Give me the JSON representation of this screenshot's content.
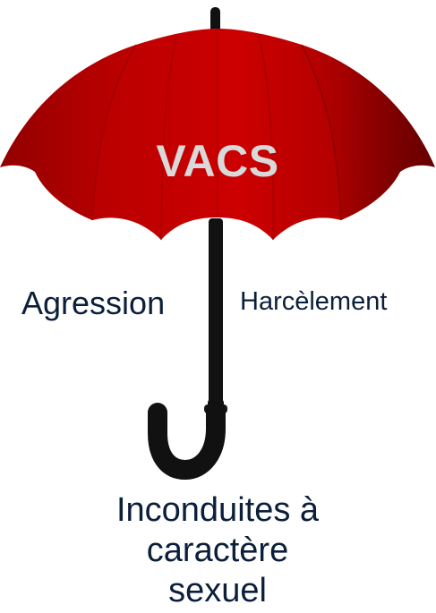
{
  "diagram": {
    "center_label": "VACS",
    "left_label": "Agression",
    "right_label": "Harcèlement",
    "bottom_lines": [
      "Inconduites à",
      "caractère",
      "sexuel"
    ],
    "colors": {
      "umbrella_main": "#c40000",
      "umbrella_shadow": "#8e0000",
      "umbrella_dark": "#650000",
      "handle": "#111111",
      "label_text": "#0b1f3a",
      "center_text": "#d9d9d9"
    },
    "icon": "umbrella-icon"
  }
}
